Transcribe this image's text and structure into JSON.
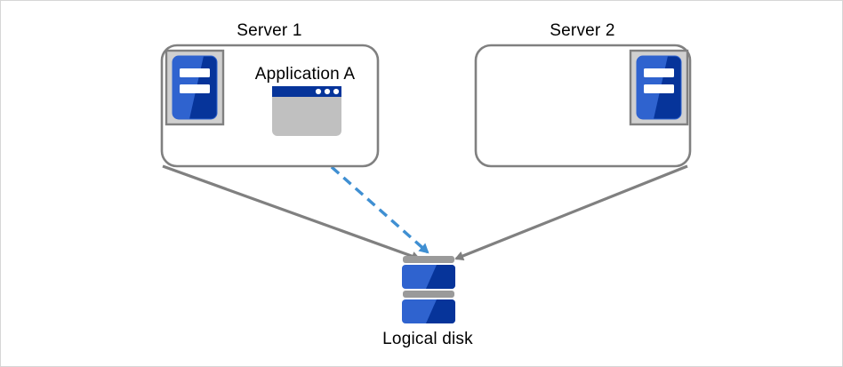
{
  "diagram": {
    "title": "",
    "background": "#ffffff",
    "border_color": "#d6d6d6",
    "colors": {
      "box_stroke": "#808080",
      "icon_frame_fill": "#d0d0d0",
      "icon_frame_stroke": "#808080",
      "blue_light": "#2f63cf",
      "blue_dark": "#06349a",
      "app_titlebar": "#06349a",
      "app_body": "#c0c0c0",
      "solid_arrow": "#808080",
      "dashed_arrow": "#3f8fd2",
      "disk_band": "#9a9a9a",
      "white": "#ffffff"
    },
    "nodes": [
      {
        "id": "server1",
        "label": "Server 1",
        "kind": "server-box",
        "icon": "server-icon",
        "icon_side": "left",
        "contains": [
          "application-a"
        ]
      },
      {
        "id": "server2",
        "label": "Server 2",
        "kind": "server-box",
        "icon": "server-icon",
        "icon_side": "right",
        "contains": []
      },
      {
        "id": "application-a",
        "label": "Application  A",
        "kind": "application-window",
        "titlebar_dots": 3
      },
      {
        "id": "logical-disk",
        "label": "Logical disk",
        "kind": "disk-stack",
        "platters": 2
      }
    ],
    "connectors": [
      {
        "id": "server1-to-disk",
        "from": "server1",
        "to": "logical-disk",
        "style": "solid",
        "color": "#808080",
        "arrowhead": true
      },
      {
        "id": "server2-to-disk",
        "from": "server2",
        "to": "logical-disk",
        "style": "solid",
        "color": "#808080",
        "arrowhead": true
      },
      {
        "id": "application-a-to-disk",
        "from": "application-a",
        "to": "logical-disk",
        "style": "dashed",
        "color": "#3f8fd2",
        "arrowhead": true
      }
    ]
  }
}
